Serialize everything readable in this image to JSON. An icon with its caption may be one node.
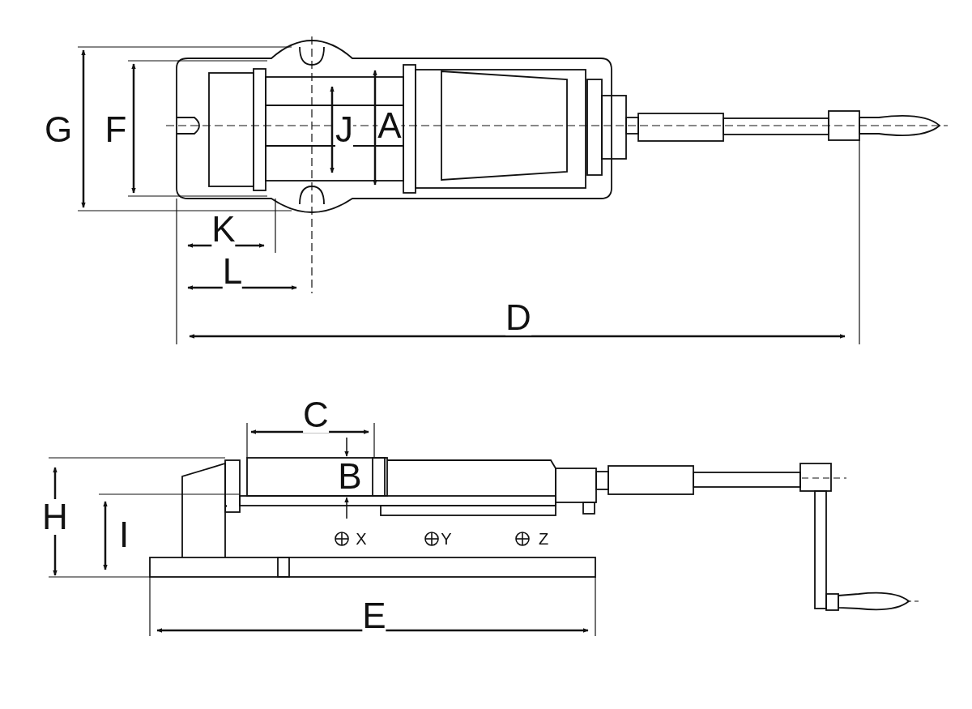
{
  "diagram": {
    "labels": [
      "G",
      "F",
      "J",
      "A",
      "K",
      "L",
      "D",
      "C",
      "B",
      "H",
      "I",
      "X",
      "Y",
      "Z",
      "E"
    ]
  }
}
